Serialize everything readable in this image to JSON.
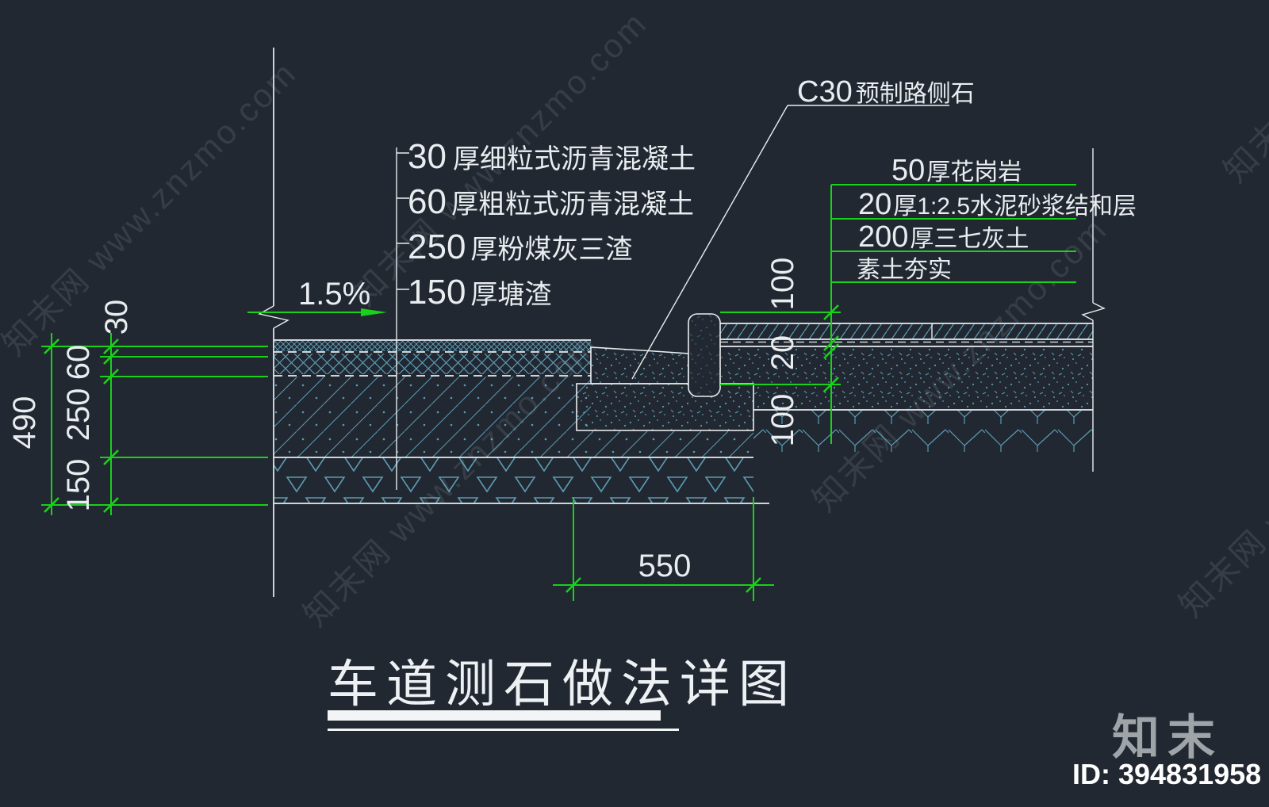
{
  "colors": {
    "background": "#212831",
    "line_white": "#e9edf0",
    "hatch_cyan": "#5b9ab3",
    "accent_green": "#19d119",
    "logo_gray": "#9fa4a9",
    "watermark": "rgba(205,215,225,0.12)"
  },
  "drawing_title": {
    "text": "车道测石做法详图"
  },
  "callouts_left": [
    {
      "value": "30",
      "label": "厚细粒式沥青混凝土"
    },
    {
      "value": "60",
      "label": "厚粗粒式沥青混凝土"
    },
    {
      "value": "250",
      "label": "厚粉煤灰三渣"
    },
    {
      "value": "150",
      "label": "厚塘渣"
    }
  ],
  "callouts_right": [
    {
      "value": "50",
      "label": "厚花岗岩"
    },
    {
      "value": "20",
      "label": "厚1:2.5水泥砂浆结和层"
    },
    {
      "value": "200",
      "label": "厚三七灰土"
    },
    {
      "value": "",
      "label": "素土夯实"
    }
  ],
  "curb_callout": {
    "value": "C30",
    "label": "预制路侧石"
  },
  "slope_label": "1.5%",
  "dims": {
    "total": "490",
    "t30": "30",
    "t60": "60",
    "t250": "250",
    "t150": "150",
    "r100a": "100",
    "r20": "20",
    "r100b": "100",
    "w550": "550"
  },
  "watermark": {
    "text": "知末网 www.znzmo.com"
  },
  "footer": {
    "logo": "知末",
    "id": "ID: 394831958"
  }
}
